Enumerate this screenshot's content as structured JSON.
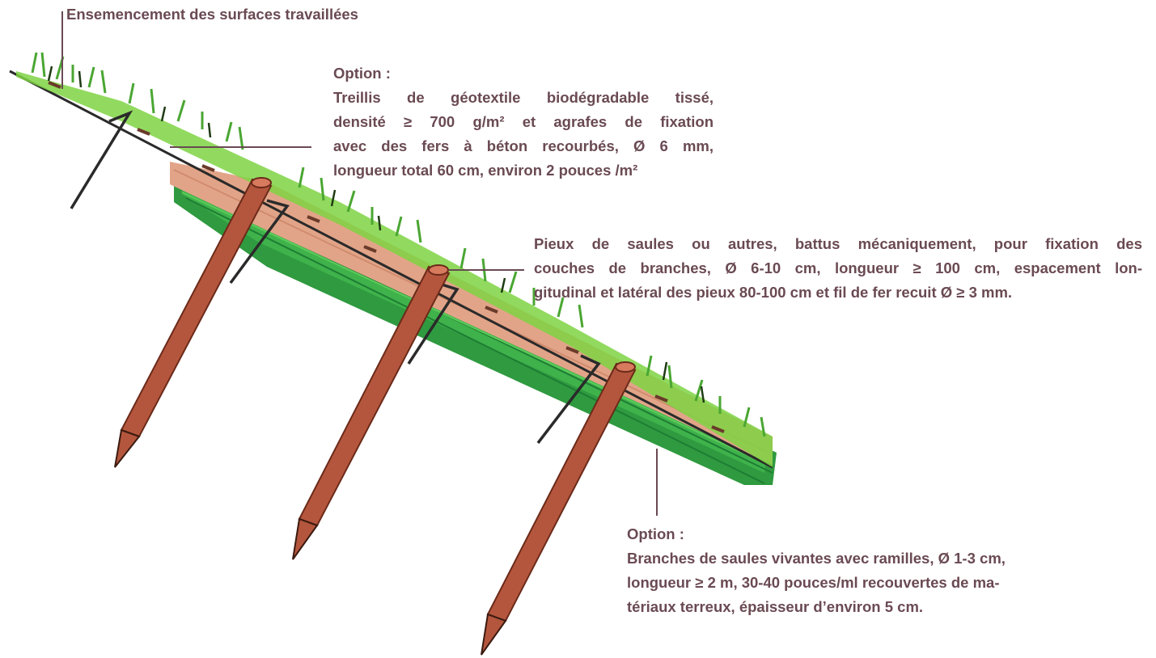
{
  "labels": {
    "seeding": "Ensemencement des surfaces travaillées",
    "geotextile": {
      "heading": "Option :",
      "lines": [
        "Treillis de géotextile biodégradable tissé,",
        "densité ≥ 700 g/m² et agrafes de fixation",
        "avec des fers à béton recourbés, Ø 6 mm,",
        "longueur total 60 cm, environ 2 pouces /m²"
      ]
    },
    "stakes": {
      "lines": [
        "Pieux de saules ou autres, battus mécaniquement, pour fixation des",
        "couches de branches, Ø 6-10 cm, longueur ≥ 100 cm, espacement lon-",
        "gitudinal et latéral des pieux 80-100 cm et fil de fer recuit Ø ≥ 3 mm."
      ]
    },
    "branches": {
      "heading": "Option :",
      "lines": [
        "Branches de saules vivantes avec ramilles, Ø 1-3 cm,",
        "longueur ≥ 2 m, 30-40 pouces/ml recouvertes de ma-",
        "tériaux terreux, épaisseur d’environ 5 cm."
      ]
    }
  },
  "colors": {
    "text": "#6a4a53",
    "leader": "#6a4a53",
    "grass": "#6fcf3a",
    "branch_green": "#2f9a3f",
    "soil": "#e2a488",
    "stake": "#b4563d",
    "steel": "#2a2a2a"
  }
}
